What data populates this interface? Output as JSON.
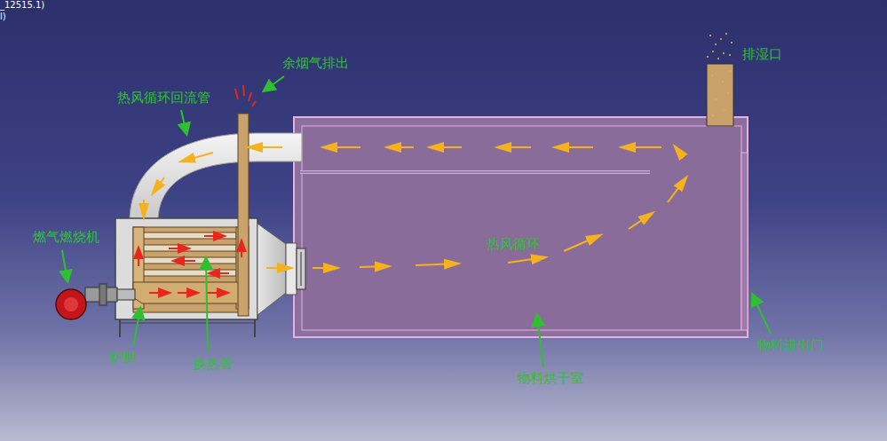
{
  "diagram": {
    "labels": [
      "_12515.1)",
      "l)",
      "余烟气排出",
      "热风循环回流管",
      "排湿口",
      "燃气燃烧机",
      "热风循环",
      "炉胆",
      "换热管",
      "物料烘干室",
      "物料进出门"
    ]
  }
}
